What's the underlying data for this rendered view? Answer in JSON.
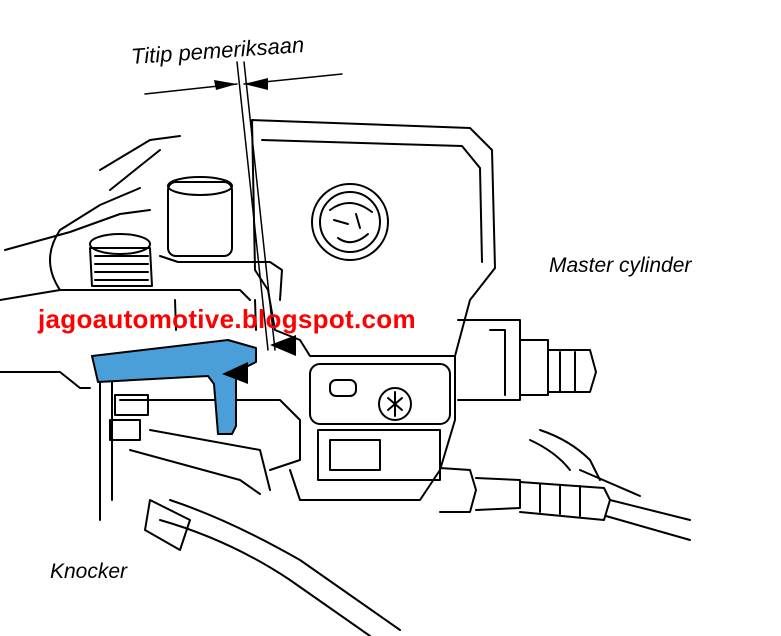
{
  "labels": {
    "check_point": "Titip pemeriksaan",
    "master_cylinder": "Master cylinder",
    "knocker": "Knocker"
  },
  "watermark": "jagoautomotive.blogspot.com",
  "colors": {
    "highlight_part": "#4a9fd8",
    "watermark": "#ff0000",
    "line": "#000000"
  }
}
